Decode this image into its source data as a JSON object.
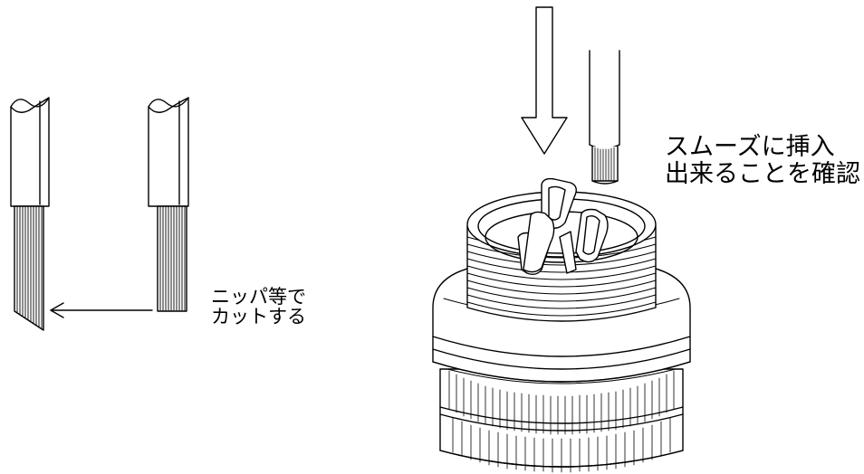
{
  "captions": {
    "cut": {
      "line1": "ニッパ等で",
      "line2": "カットする"
    },
    "insert": {
      "line1": "スムーズに挿入",
      "line2": "出来ることを確認"
    }
  },
  "colors": {
    "ink": "#000000",
    "paper": "#ffffff"
  }
}
